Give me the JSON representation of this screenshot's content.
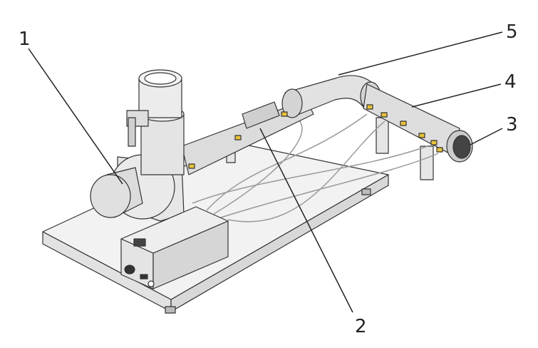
{
  "diagram": {
    "callouts": [
      {
        "number": "1",
        "target": "blower"
      },
      {
        "number": "2",
        "target": "pipe-straight-section"
      },
      {
        "number": "3",
        "target": "pipe-outlet"
      },
      {
        "number": "4",
        "target": "pipe-end-section"
      },
      {
        "number": "5",
        "target": "pipe-bend"
      }
    ],
    "colors": {
      "fitting": "#e8c23a",
      "pipe": "#d9d9d9",
      "outline": "#333333"
    }
  }
}
